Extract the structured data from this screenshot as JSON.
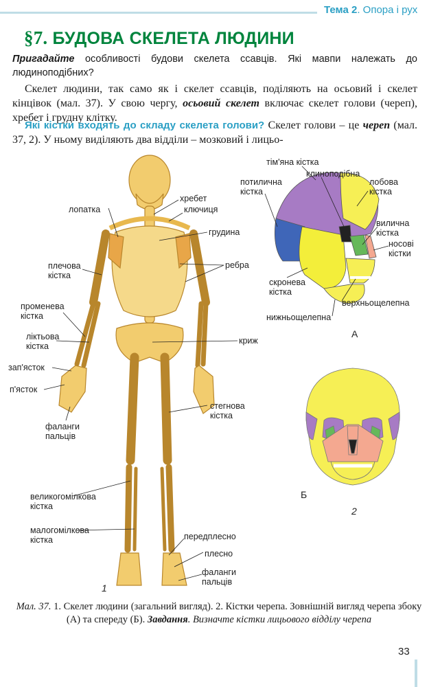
{
  "header": {
    "topic_label": "Тема 2",
    "topic_name": ". Опора і рух"
  },
  "section": {
    "number": "§7.",
    "title": "БУДОВА СКЕЛЕТА ЛЮДИНИ"
  },
  "intro": {
    "bold": "Пригадайте",
    "text": " особливості будови скелета ссавців. Які мавпи належать до людиноподібних?"
  },
  "paragraph1": {
    "p1": "Скелет людини, так само як і скелет ссавців, поділяють на осьовий і скелет кінцівок (мал. 37). У свою чергу, ",
    "term": "осьовий скелет",
    "p2": " включає скелет голови (череп), хребет і грудну клітку."
  },
  "paragraph2": {
    "question": "Які кістки входять до складу скелета голови?",
    "p1": " Скелет голови – це ",
    "term": "череп",
    "p2": " (мал. 37, 2). У ньому виділяють два відділи – мозковий і лицьо-"
  },
  "skeleton_labels": {
    "lopatka": "лопатка",
    "khrebet": "хребет",
    "kliuchytsia": "ключиця",
    "hrudyna": "грудина",
    "plechova1": "плечова",
    "plechova2": "кістка",
    "rebra": "ребра",
    "promeneva1": "променева",
    "promeneva2": "кістка",
    "liktova1": "ліктьова",
    "liktova2": "кістка",
    "kryzh": "криж",
    "zapiastok": "зап'ясток",
    "piastok": "п'ясток",
    "stehnova1": "стегнова",
    "stehnova2": "кістка",
    "falangy_hand1": "фаланги",
    "falangy_hand2": "пальців",
    "velykohom1": "великогомілкова",
    "velykohom2": "кістка",
    "malohom1": "малогомілкова",
    "malohom2": "кістка",
    "peredplesno": "передплесно",
    "plesno": "плесно",
    "falangy_foot1": "фаланги",
    "falangy_foot2": "пальців",
    "fig_number_1": "1"
  },
  "skull_labels": {
    "timiana": "тім'яна кістка",
    "klynopodibna": "клиноподібна",
    "potylychna1": "потилична",
    "potylychna2": "кістка",
    "lobova1": "лобова",
    "lobova2": "кістка",
    "vylychna1": "вилична",
    "vylychna2": "кістка",
    "nosovi1": "носові",
    "nosovi2": "кістки",
    "skroneva1": "скронева",
    "skroneva2": "кістка",
    "verkhnoshchelepna": "верхньощелепна",
    "nyzhnoshchelepna": "нижньощелепна",
    "letter_a": "А",
    "letter_b": "Б",
    "fig_number_2": "2"
  },
  "caption": {
    "lead": "Мал. 37.",
    "text1": " 1. Скелет людини (загальний вигляд). 2. Кістки черепа. Зовнішній вигляд черепа збоку (А) та спереду (Б). ",
    "task": "Завдання",
    "text2": ". Визначте кістки лицьового відділу черепа"
  },
  "page_number": "33",
  "colors": {
    "accent_blue": "#2a9fc4",
    "title_green": "#00843d",
    "bone": "#f2cc6e",
    "skull_parietal": "#a77bc4",
    "skull_occipital": "#3f66b8",
    "skull_frontal": "#f6ef55",
    "skull_temporal": "#f3ee3a",
    "skull_zygomatic": "#66b85a",
    "skull_nasal": "#f4a890",
    "skull_sphenoid": "#222222"
  }
}
